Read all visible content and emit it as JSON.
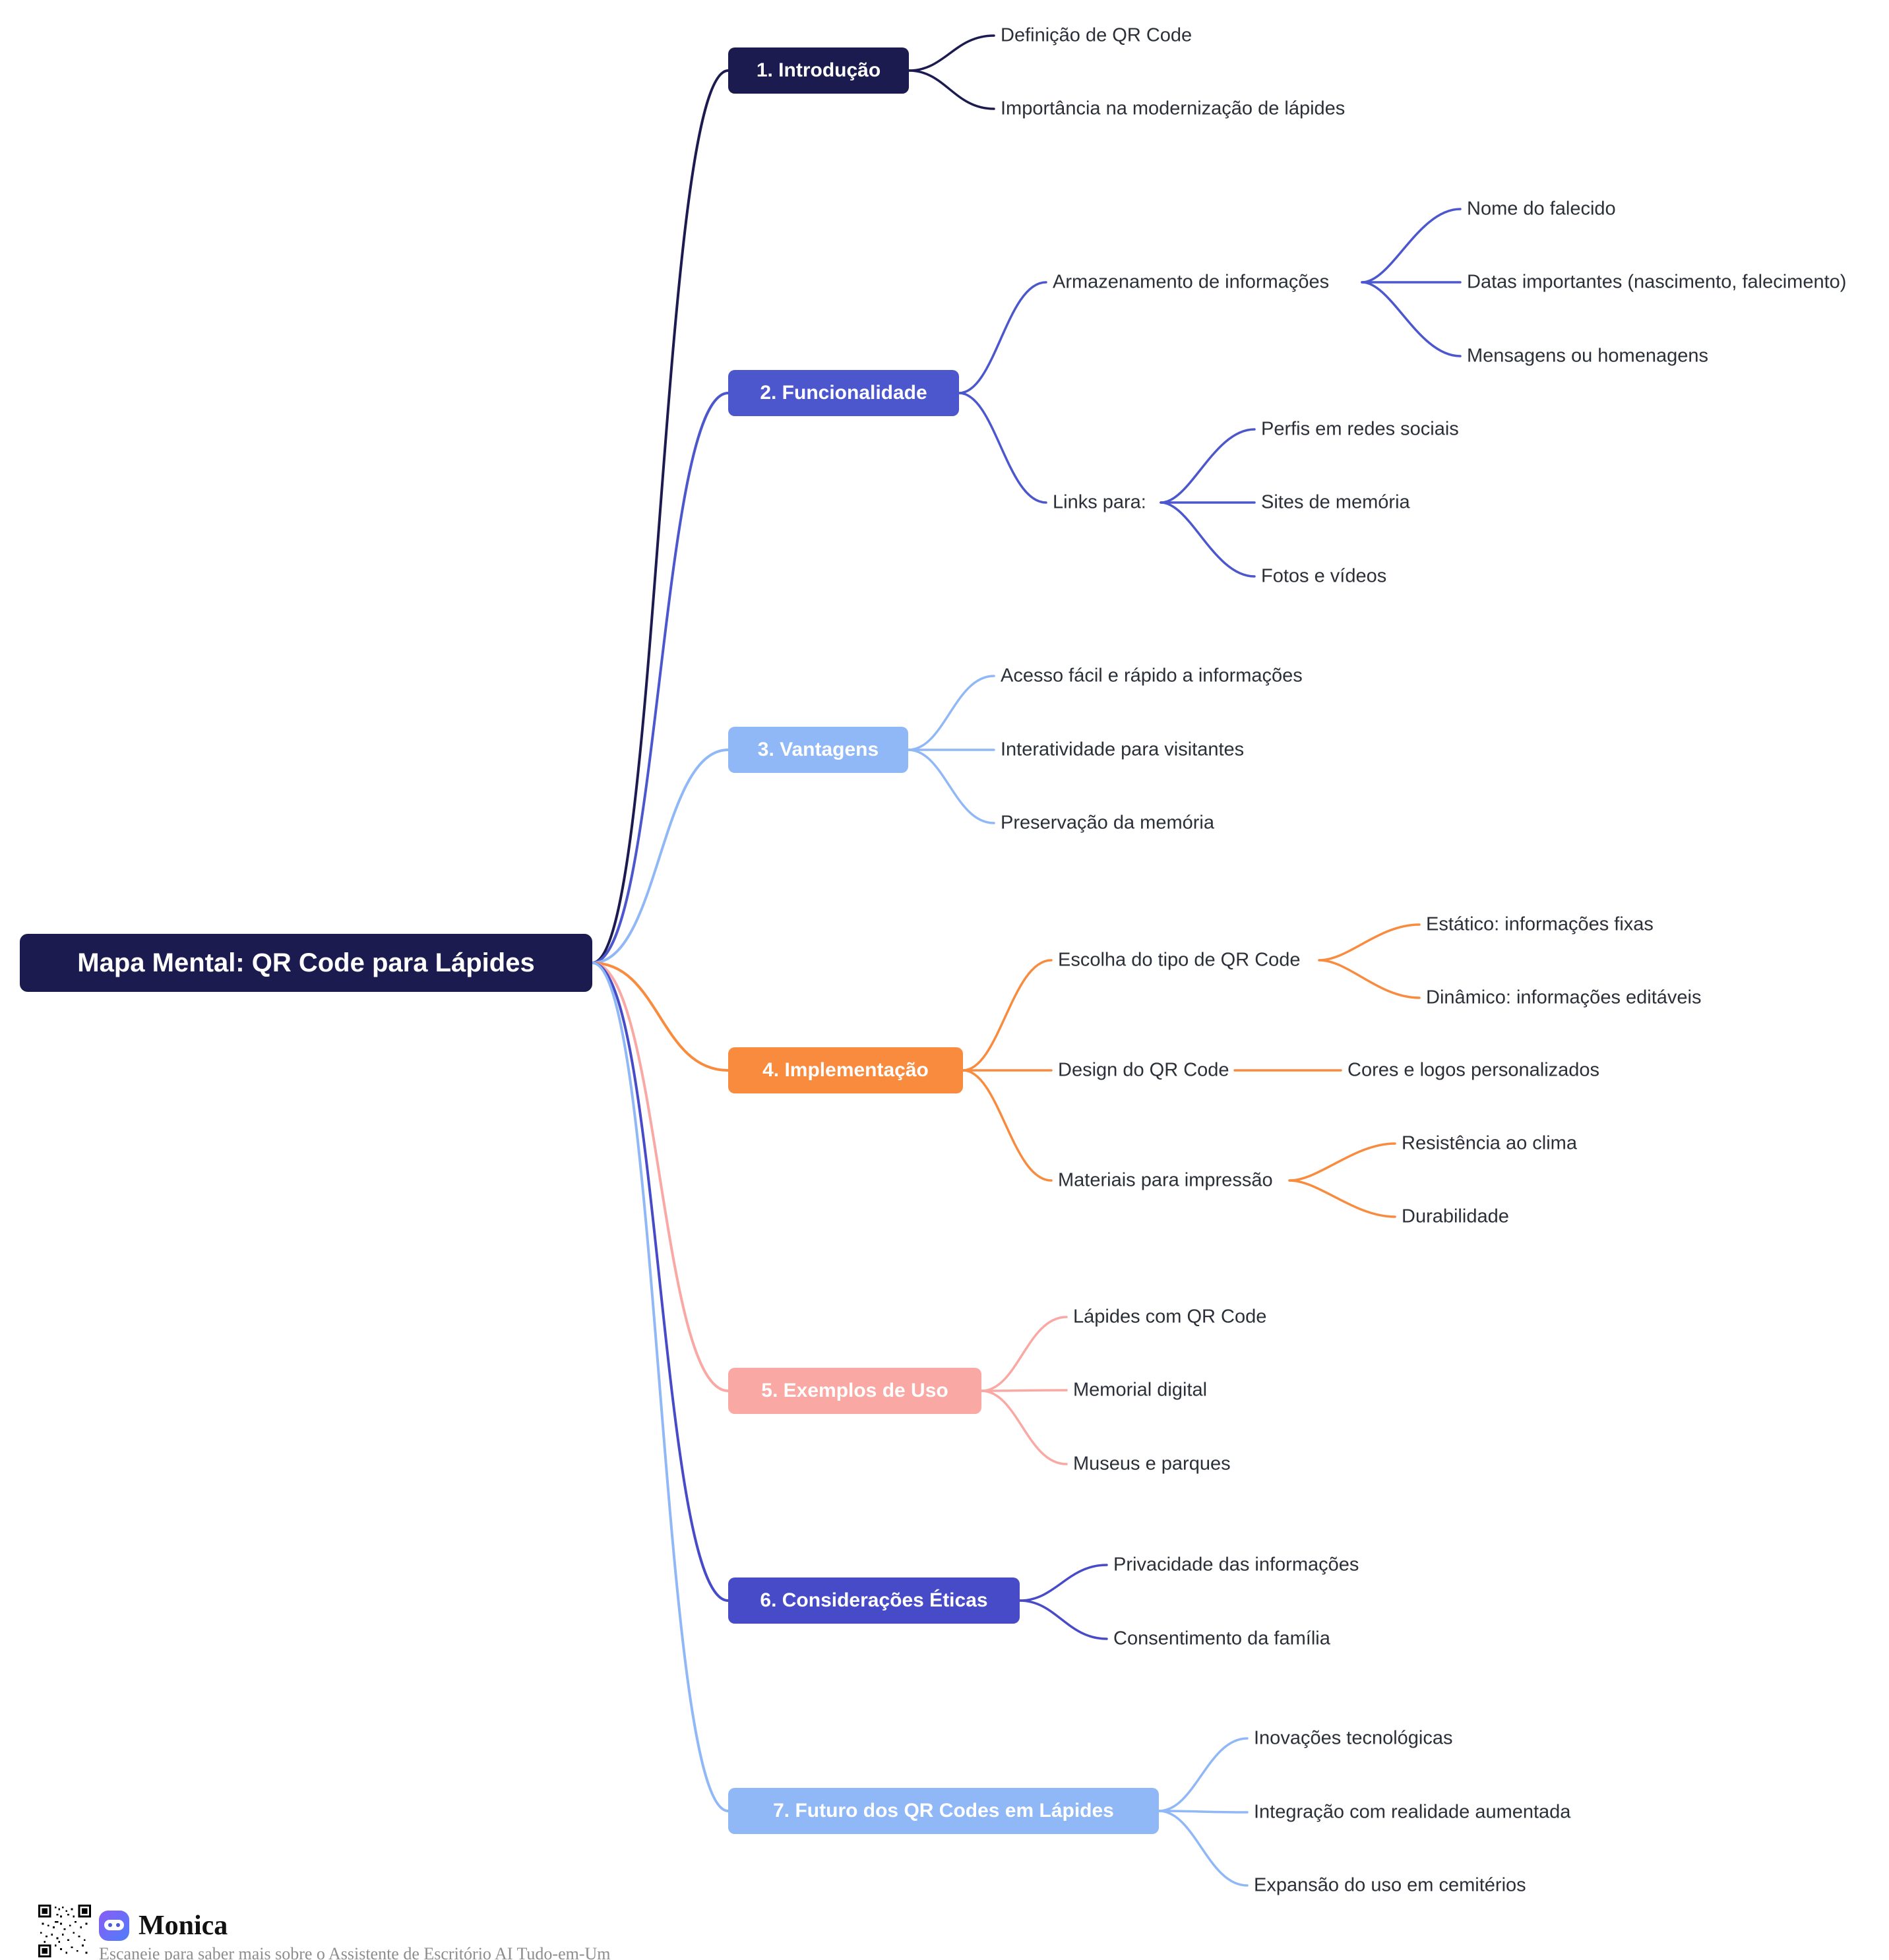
{
  "mindmap": {
    "root": "Mapa Mental: QR Code para Lápides",
    "branches": [
      {
        "label": "1. Introdução",
        "color": "#1b1b4f",
        "children": [
          {
            "label": "Definição de QR Code"
          },
          {
            "label": "Importância na modernização de lápides"
          }
        ]
      },
      {
        "label": "2. Funcionalidade",
        "color": "#4c57ce",
        "children": [
          {
            "label": "Armazenamento de informações",
            "children": [
              {
                "label": "Nome do falecido"
              },
              {
                "label": "Datas importantes (nascimento, falecimento)"
              },
              {
                "label": "Mensagens ou homenagens"
              }
            ]
          },
          {
            "label": "Links para:",
            "children": [
              {
                "label": "Perfis em redes sociais"
              },
              {
                "label": "Sites de memória"
              },
              {
                "label": "Fotos e vídeos"
              }
            ]
          }
        ]
      },
      {
        "label": "3. Vantagens",
        "color": "#90b8f6",
        "children": [
          {
            "label": "Acesso fácil e rápido a informações"
          },
          {
            "label": "Interatividade para visitantes"
          },
          {
            "label": "Preservação da memória"
          }
        ]
      },
      {
        "label": "4. Implementação",
        "color": "#f88b3d",
        "children": [
          {
            "label": "Escolha do tipo de QR Code",
            "children": [
              {
                "label": "Estático: informações fixas"
              },
              {
                "label": "Dinâmico: informações editáveis"
              }
            ]
          },
          {
            "label": "Design do QR Code",
            "children": [
              {
                "label": "Cores e logos personalizados"
              }
            ]
          },
          {
            "label": "Materiais para impressão",
            "children": [
              {
                "label": "Resistência ao clima"
              },
              {
                "label": "Durabilidade"
              }
            ]
          }
        ]
      },
      {
        "label": "5. Exemplos de Uso",
        "color": "#f9a8a4",
        "children": [
          {
            "label": "Lápides com QR Code"
          },
          {
            "label": "Memorial digital"
          },
          {
            "label": "Museus e parques"
          }
        ]
      },
      {
        "label": "6. Considerações Éticas",
        "color": "#474bc8",
        "children": [
          {
            "label": "Privacidade das informações"
          },
          {
            "label": "Consentimento da família"
          }
        ]
      },
      {
        "label": "7. Futuro dos QR Codes em Lápides",
        "color": "#90b8f6",
        "children": [
          {
            "label": "Inovações tecnológicas"
          },
          {
            "label": "Integração com realidade aumentada"
          },
          {
            "label": "Expansão do uso em cemitérios"
          }
        ]
      }
    ]
  },
  "footer": {
    "brand": "Monica",
    "caption": "Escaneie para saber mais sobre o Assistente de Escritório AI Tudo-em-Um",
    "qr_icon": "qr-code"
  }
}
